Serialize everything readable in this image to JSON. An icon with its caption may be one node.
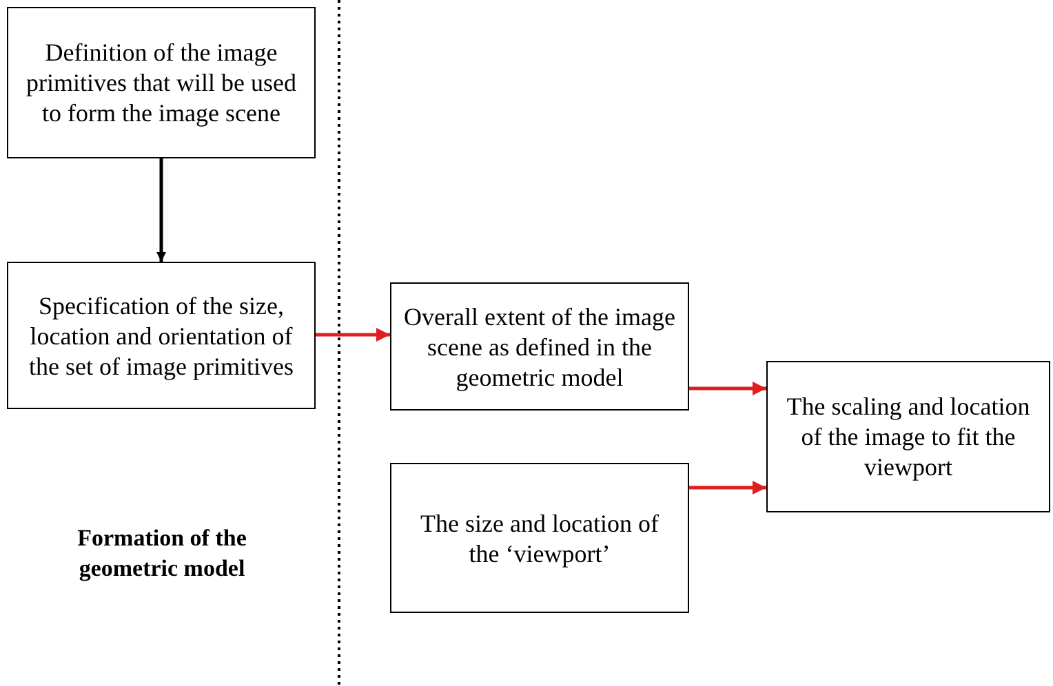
{
  "diagram": {
    "nodes": [
      {
        "text": [
          "Definition of the image primitives that will be used to form the image scene"
        ]
      },
      {
        "text": [
          "Specification of the size, location and orientation of the set of image primitives"
        ]
      },
      {
        "text": [
          "Overall extent of the image scene as defined in the geometric model"
        ]
      },
      {
        "text": [
          "The size and location of the ‘viewport’"
        ]
      },
      {
        "text": [
          "The scaling and location of the image to fit the viewport"
        ]
      }
    ],
    "edges": [
      {
        "from": 0,
        "to": 1,
        "arrow": "to",
        "color": "#000000"
      },
      {
        "from": 1,
        "to": 2,
        "arrow": "to"
      },
      {
        "from": 2,
        "to": 4,
        "arrow": "to"
      },
      {
        "from": 3,
        "to": 4,
        "arrow": "to"
      }
    ],
    "labels": [
      "Formation of the geometric model"
    ]
  }
}
